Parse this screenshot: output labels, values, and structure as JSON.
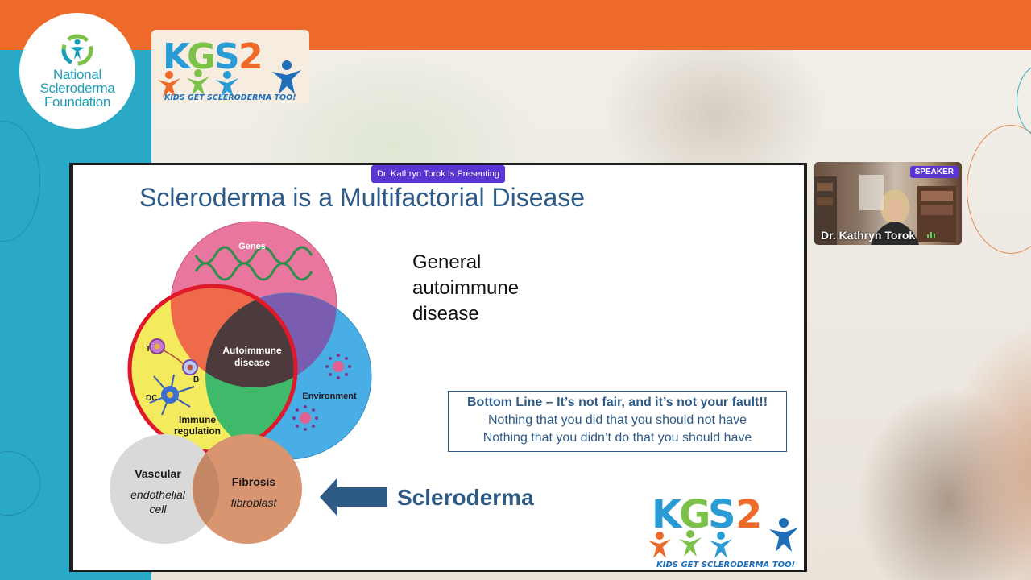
{
  "branding": {
    "nsf_line1": "National",
    "nsf_line2": "Scleroderma",
    "nsf_line3": "Foundation",
    "kgs_logo_word": "KGS2",
    "kgs_tagline": "KIDS GET SCLERODERMA TOO!"
  },
  "presenting_banner": "Dr. Kathryn Torok Is Presenting",
  "slide": {
    "title": "Scleroderma is a Multifactorial Disease",
    "venn": {
      "genes": "Genes",
      "autoimmune_line1": "Autoimmune",
      "autoimmune_line2": "disease",
      "environment": "Environment",
      "immune_line1": "Immune",
      "immune_line2": "regulation",
      "cell_t": "T",
      "cell_b": "B",
      "cell_dc": "DC",
      "vascular": "Vascular",
      "vascular_sub1": "endothelial",
      "vascular_sub2": "cell",
      "fibrosis": "Fibrosis",
      "fibrosis_sub": "fibroblast"
    },
    "general_line1": "General",
    "general_line2": "autoimmune",
    "general_line3": "disease",
    "bottom_line": "Bottom Line – It’s not fair, and it’s not your fault!!",
    "bottom_line2": "Nothing that you did that you should not have",
    "bottom_line3": "Nothing that you didn’t do that you should have",
    "scleroderma_label": "Scleroderma"
  },
  "speaker": {
    "badge": "SPEAKER",
    "name": "Dr. Kathryn Torok"
  },
  "colors": {
    "orange_bar": "#ee6a2b",
    "teal_panel": "#2aa9c6",
    "presenting_purple": "#5a35d4",
    "slide_blue": "#2e5a86"
  }
}
